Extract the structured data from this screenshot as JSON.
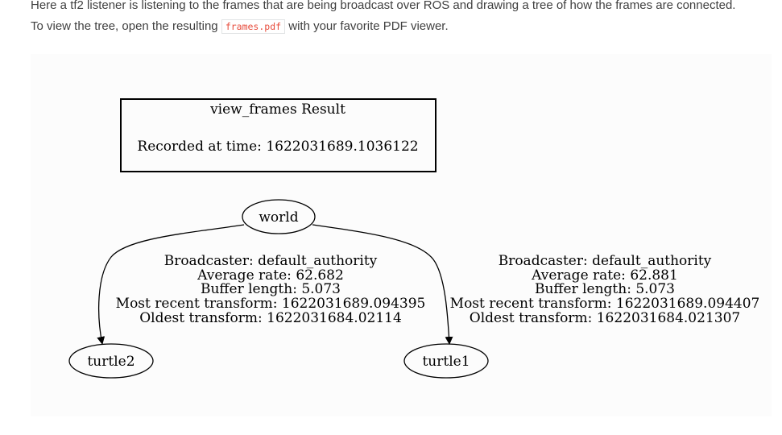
{
  "intro": {
    "line1": "Here a tf2 listener is listening to the frames that are being broadcast over ROS and drawing a tree of how the frames are connected.",
    "line2_before": "To view the tree, open the resulting",
    "line2_code": "frames.pdf",
    "line2_after": "with your favorite PDF viewer."
  },
  "graph": {
    "header_title": "view_frames Result",
    "header_recorded": "Recorded at time: 1622031689.1036122",
    "nodes": {
      "world": "world",
      "turtle2": "turtle2",
      "turtle1": "turtle1"
    },
    "edge_turtle2": {
      "broadcaster": "Broadcaster: default_authority",
      "rate": "Average rate: 62.682",
      "buffer": "Buffer length: 5.073",
      "recent": "Most recent transform: 1622031689.094395",
      "oldest": "Oldest transform: 1622031684.02114"
    },
    "edge_turtle1": {
      "broadcaster": "Broadcaster: default_authority",
      "rate": "Average rate: 62.881",
      "buffer": "Buffer length: 5.073",
      "recent": "Most recent transform: 1622031689.094407",
      "oldest": "Oldest transform: 1622031684.021307"
    }
  }
}
